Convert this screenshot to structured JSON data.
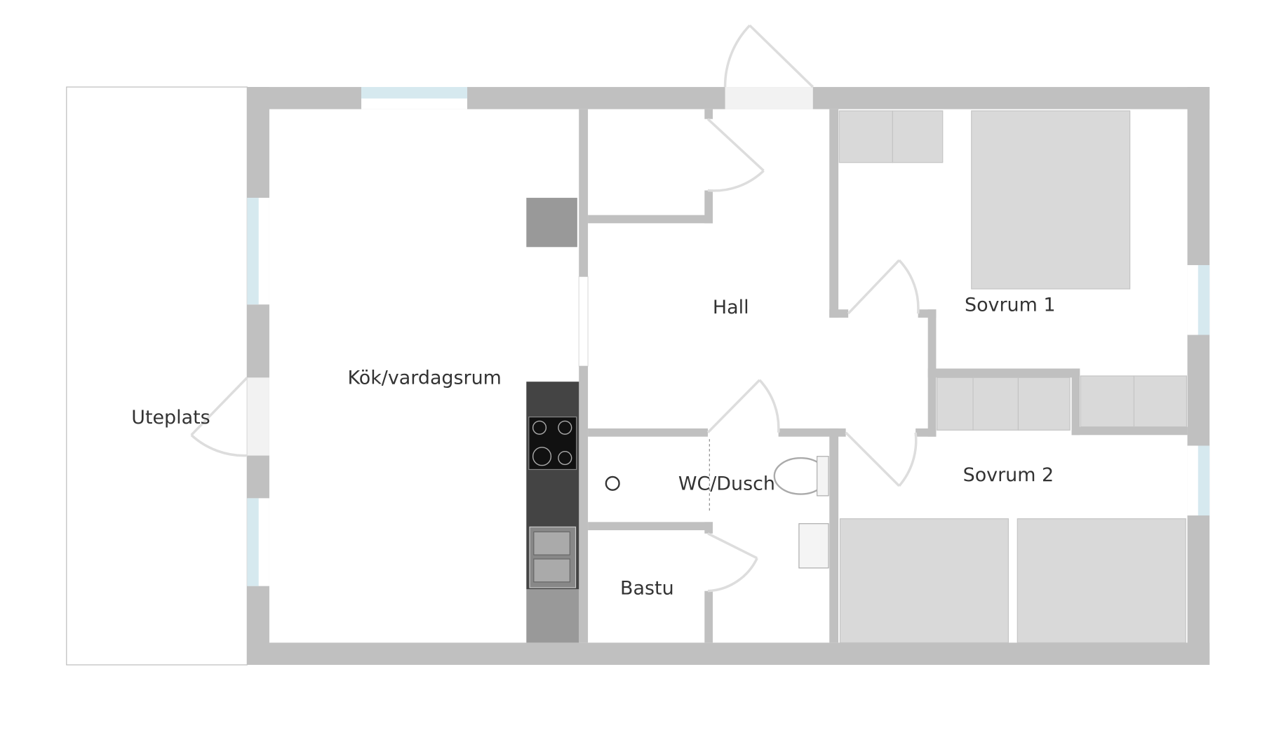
{
  "floorplan": {
    "rooms": {
      "uteplats": "Uteplats",
      "kok": "Kök/vardagsrum",
      "hall": "Hall",
      "sovrum1": "Sovrum 1",
      "wc": "WC/Dusch",
      "sovrum2": "Sovrum 2",
      "bastu": "Bastu"
    },
    "colors": {
      "wall": "#c0c0c0",
      "window": "#d6e9ef",
      "furniture": "#d9d9d9",
      "kitchen": "#444444"
    }
  }
}
